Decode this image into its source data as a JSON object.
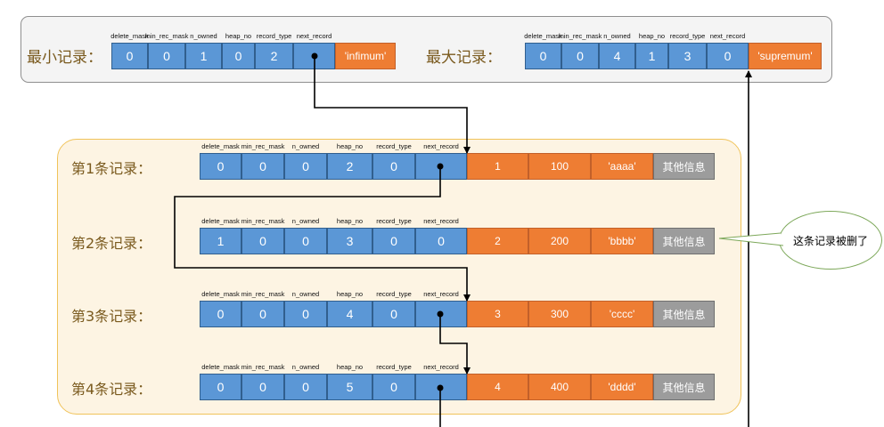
{
  "header_labels": [
    "delete_mask",
    "min_rec_mask",
    "n_owned",
    "heap_no",
    "record_type",
    "next_record"
  ],
  "infimum": {
    "label": "最小记录：",
    "fields": [
      "0",
      "0",
      "1",
      "0",
      "2",
      ""
    ],
    "tag": "'infimum'"
  },
  "supremum": {
    "label": "最大记录：",
    "fields": [
      "0",
      "0",
      "4",
      "1",
      "3",
      "0"
    ],
    "tag": "'supremum'"
  },
  "records": [
    {
      "label": "第1条记录：",
      "fields": [
        "0",
        "0",
        "0",
        "2",
        "0",
        ""
      ],
      "data": [
        "1",
        "100",
        "'aaaa'"
      ],
      "other": "其他信息"
    },
    {
      "label": "第2条记录：",
      "fields": [
        "1",
        "0",
        "0",
        "3",
        "0",
        "0"
      ],
      "data": [
        "2",
        "200",
        "'bbbb'"
      ],
      "other": "其他信息"
    },
    {
      "label": "第3条记录：",
      "fields": [
        "0",
        "0",
        "0",
        "4",
        "0",
        ""
      ],
      "data": [
        "3",
        "300",
        "'cccc'"
      ],
      "other": "其他信息"
    },
    {
      "label": "第4条记录：",
      "fields": [
        "0",
        "0",
        "0",
        "5",
        "0",
        ""
      ],
      "data": [
        "4",
        "400",
        "'dddd'"
      ],
      "other": "其他信息"
    }
  ],
  "callout": "这条记录被删了",
  "colors": {
    "header_cell": "#5b97d6",
    "data_cell": "#ee7d33",
    "other_cell": "#9c9c9c",
    "record_area": "#fdf4e3",
    "record_area_border": "#f0c35a"
  }
}
